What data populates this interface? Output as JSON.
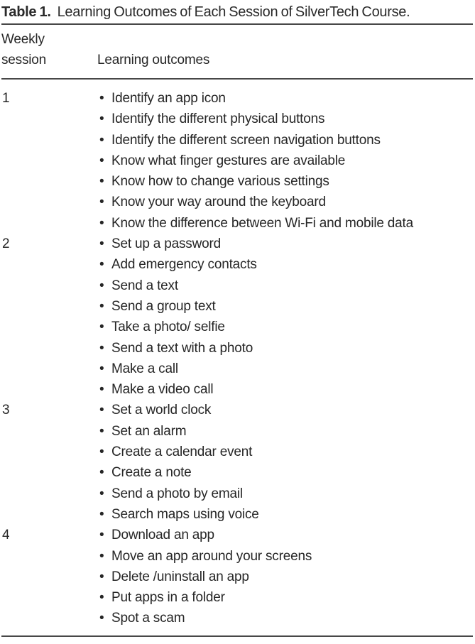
{
  "table": {
    "label": "Table 1.",
    "caption": "Learning Outcomes of Each Session of SilverTech Course.",
    "header": {
      "col1": {
        "line1": "Weekly",
        "line2": "session"
      },
      "col2": "Learning outcomes"
    },
    "rows": [
      {
        "session": "1",
        "outcomes": [
          "Identify an app icon",
          "Identify the different physical buttons",
          "Identify the different screen navigation buttons",
          "Know what finger gestures are available",
          "Know how to change various settings",
          "Know your way around the keyboard",
          "Know the difference between Wi-Fi and mobile data"
        ]
      },
      {
        "session": "2",
        "outcomes": [
          "Set up a password",
          "Add emergency contacts",
          "Send a text",
          "Send a group text",
          "Take a photo/ selfie",
          "Send a text with a photo",
          "Make a call",
          "Make a video call"
        ]
      },
      {
        "session": "3",
        "outcomes": [
          "Set a world clock",
          "Set an alarm",
          "Create a calendar event",
          "Create a note",
          "Send a photo by email",
          "Search maps using voice"
        ]
      },
      {
        "session": "4",
        "outcomes": [
          "Download an app",
          "Move an app around your screens",
          "Delete /uninstall an app",
          "Put apps in a folder",
          "Spot a scam"
        ]
      }
    ]
  },
  "colors": {
    "text": "#262626",
    "rule": "#474747",
    "background": "#ffffff"
  }
}
